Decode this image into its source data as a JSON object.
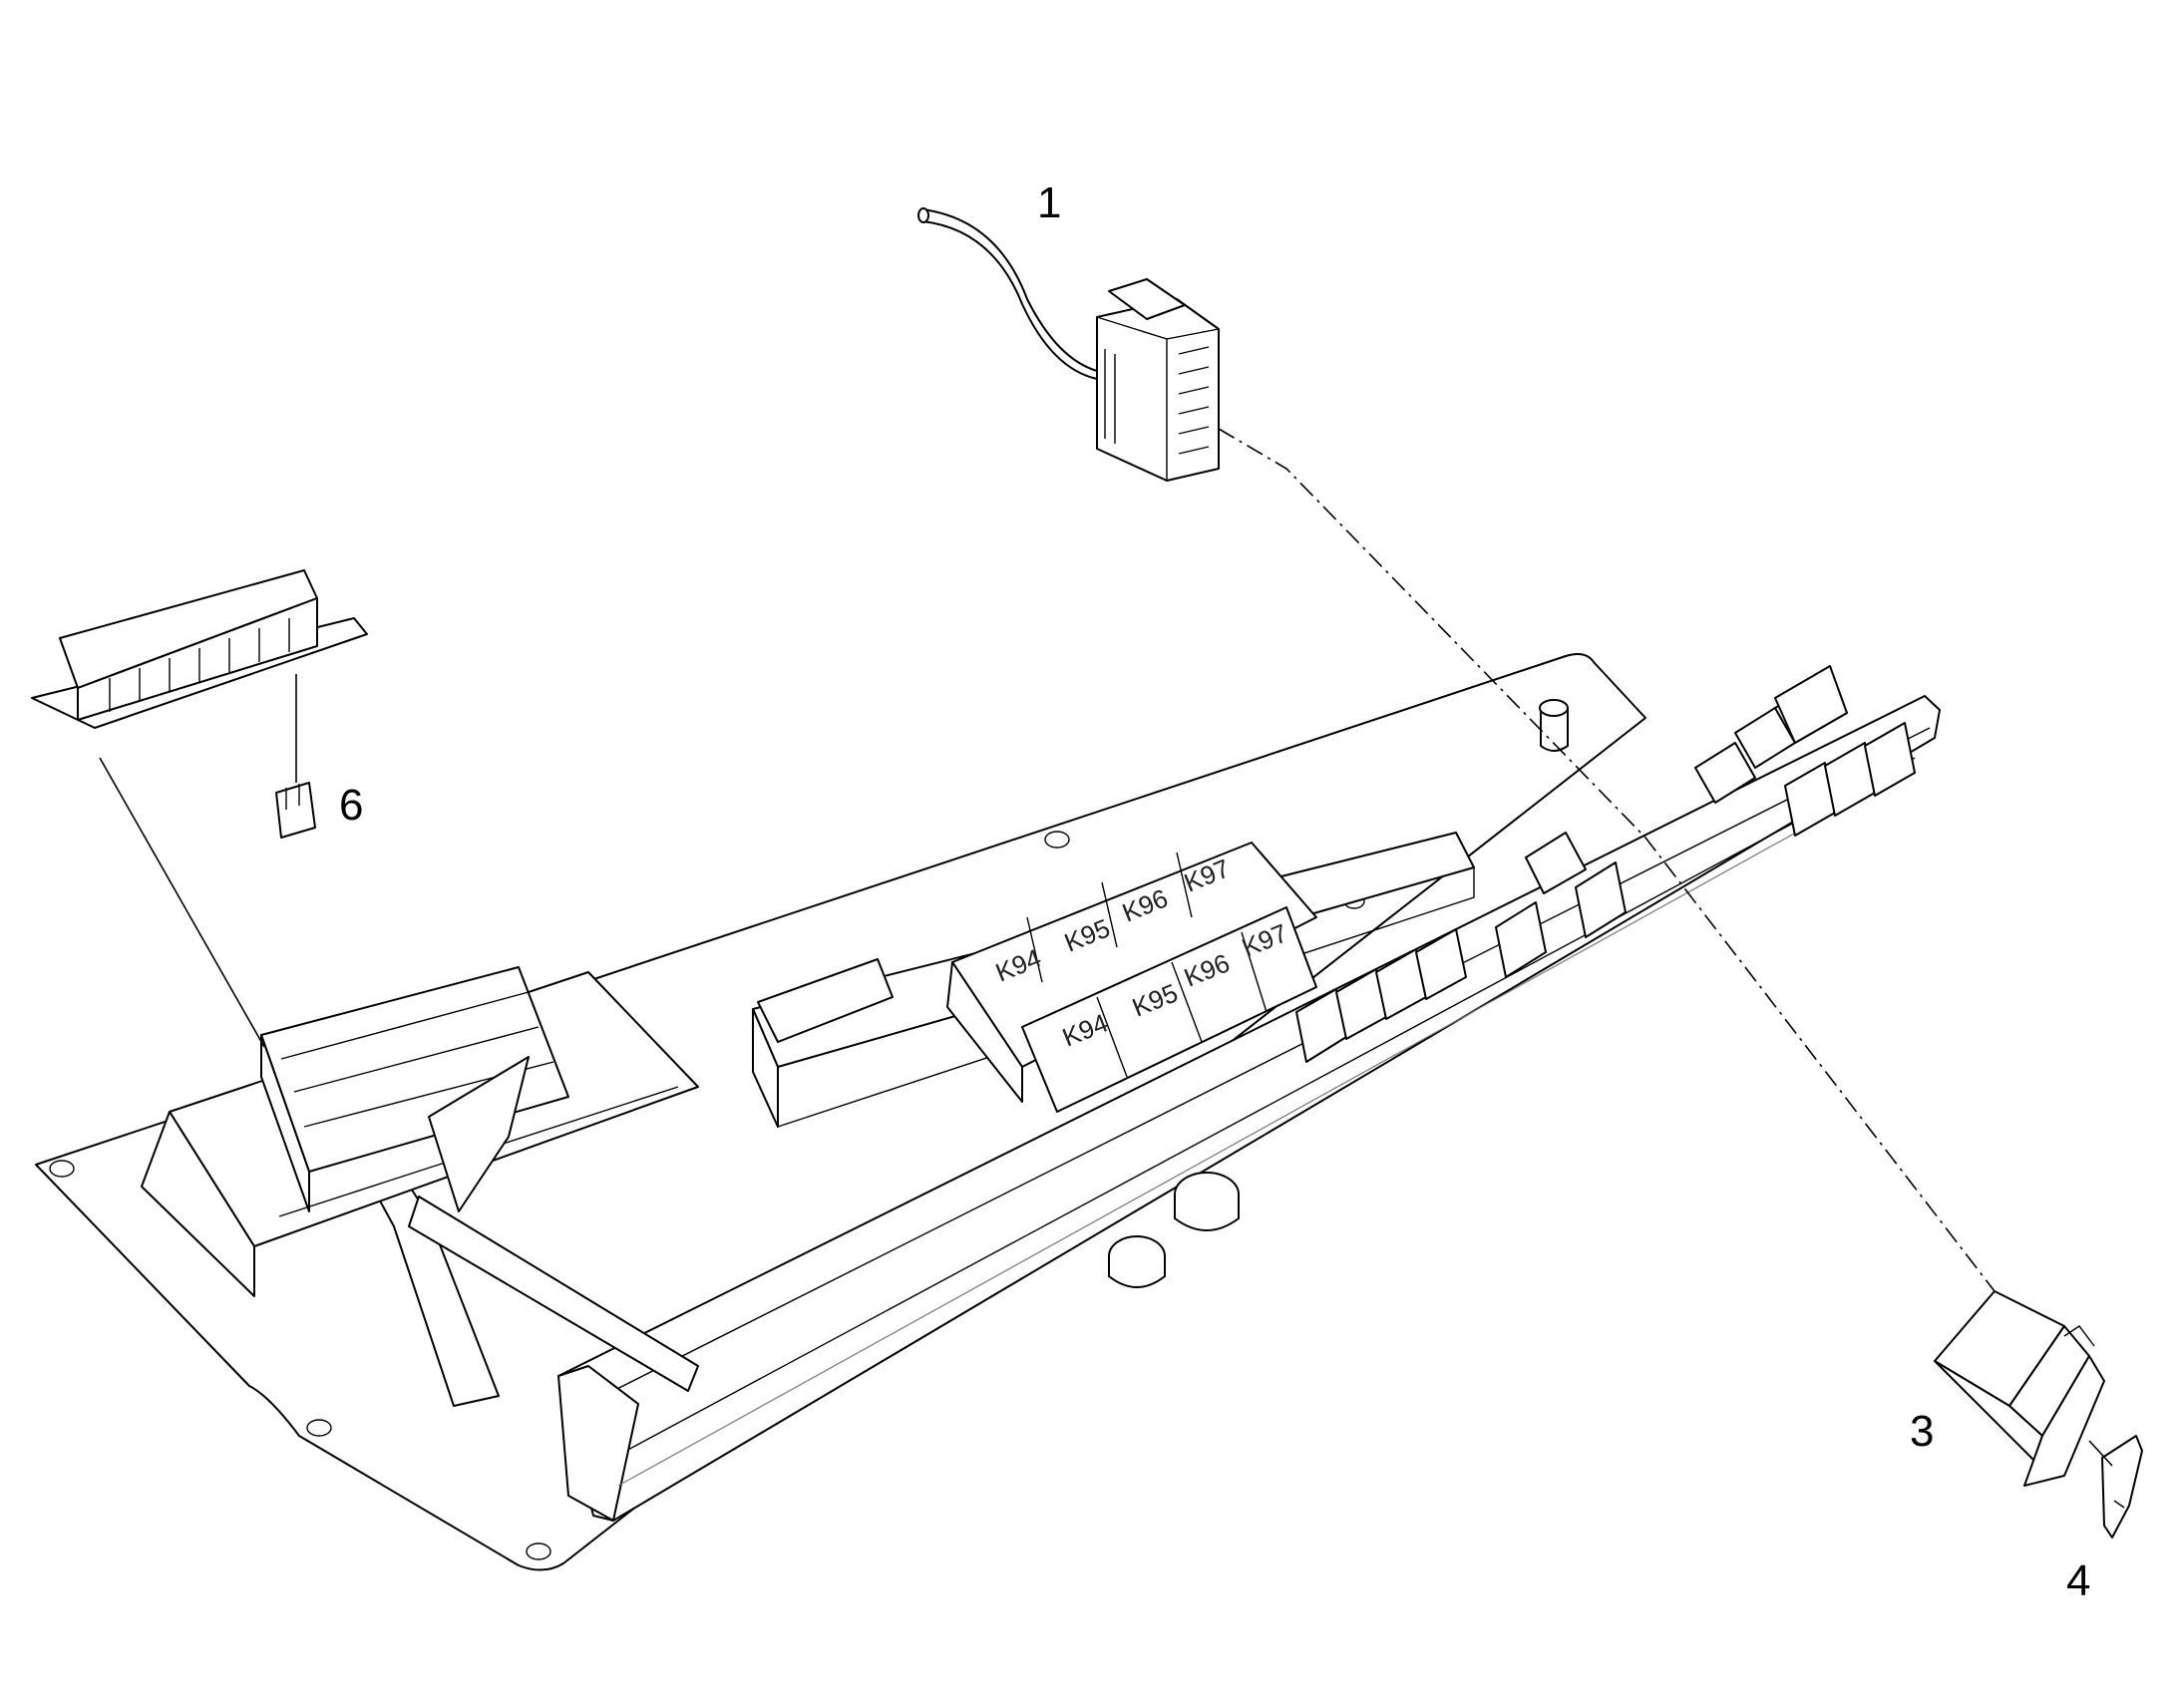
{
  "callouts": [
    {
      "id": "1",
      "label": "1"
    },
    {
      "id": "3",
      "label": "3"
    },
    {
      "id": "4",
      "label": "4"
    },
    {
      "id": "6",
      "label": "6"
    }
  ],
  "relays": [
    {
      "label": "K94"
    },
    {
      "label": "K95"
    },
    {
      "label": "K96"
    },
    {
      "label": "K97"
    },
    {
      "label": "K94"
    },
    {
      "label": "K95"
    },
    {
      "label": "K96"
    },
    {
      "label": "K97"
    }
  ]
}
